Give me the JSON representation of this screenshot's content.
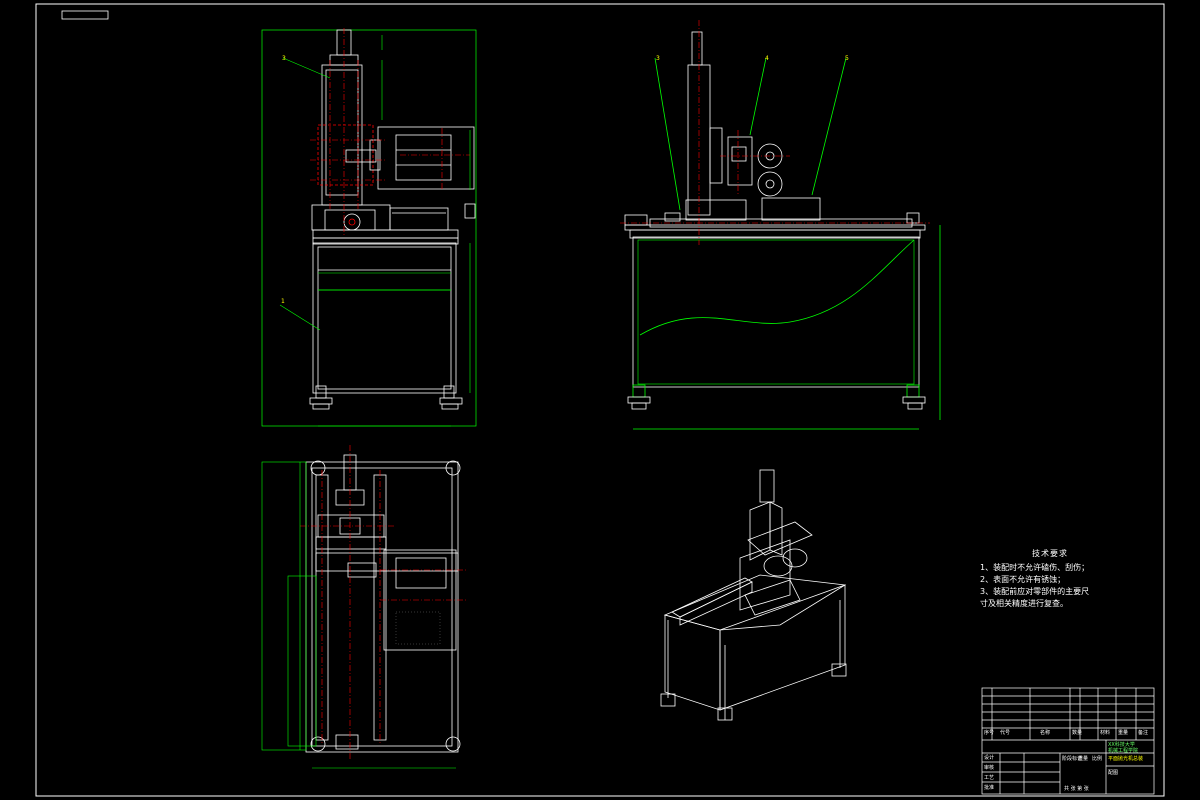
{
  "drawing": {
    "sheet_tab": "",
    "labels": {
      "front_leader_1": "1",
      "front_leader_3": "3",
      "side_leader_3": "3",
      "side_leader_4": "4",
      "side_leader_5": "5"
    }
  },
  "notes": {
    "title": "技术要求",
    "items": [
      "1、装配时不允许磕伤、刮伤；",
      "2、表面不允许有锈蚀；",
      "3、装配前应对零部件的主要尺",
      "寸及相关精度进行复查。"
    ]
  },
  "title_block": {
    "row_labels": [
      "序号",
      "代号",
      "名称"
    ],
    "headers": [
      "代号",
      "名称",
      "数量",
      "材料",
      "重量",
      "备注"
    ],
    "school": "XX科技大学",
    "subtitle": "机械工程学院",
    "drawing_name": "平面抛光机总装",
    "drawing_no": "配图",
    "cells": [
      "设计",
      "审核",
      "工艺",
      "批准"
    ],
    "scale_labels": [
      "阶段标记",
      "重量",
      "比例"
    ],
    "sheet": "共 张 第 张"
  },
  "colors": {
    "frame": "#ffffff",
    "dimension": "#00ff00",
    "centerline": "#ff0000",
    "tag": "#ffff00"
  }
}
